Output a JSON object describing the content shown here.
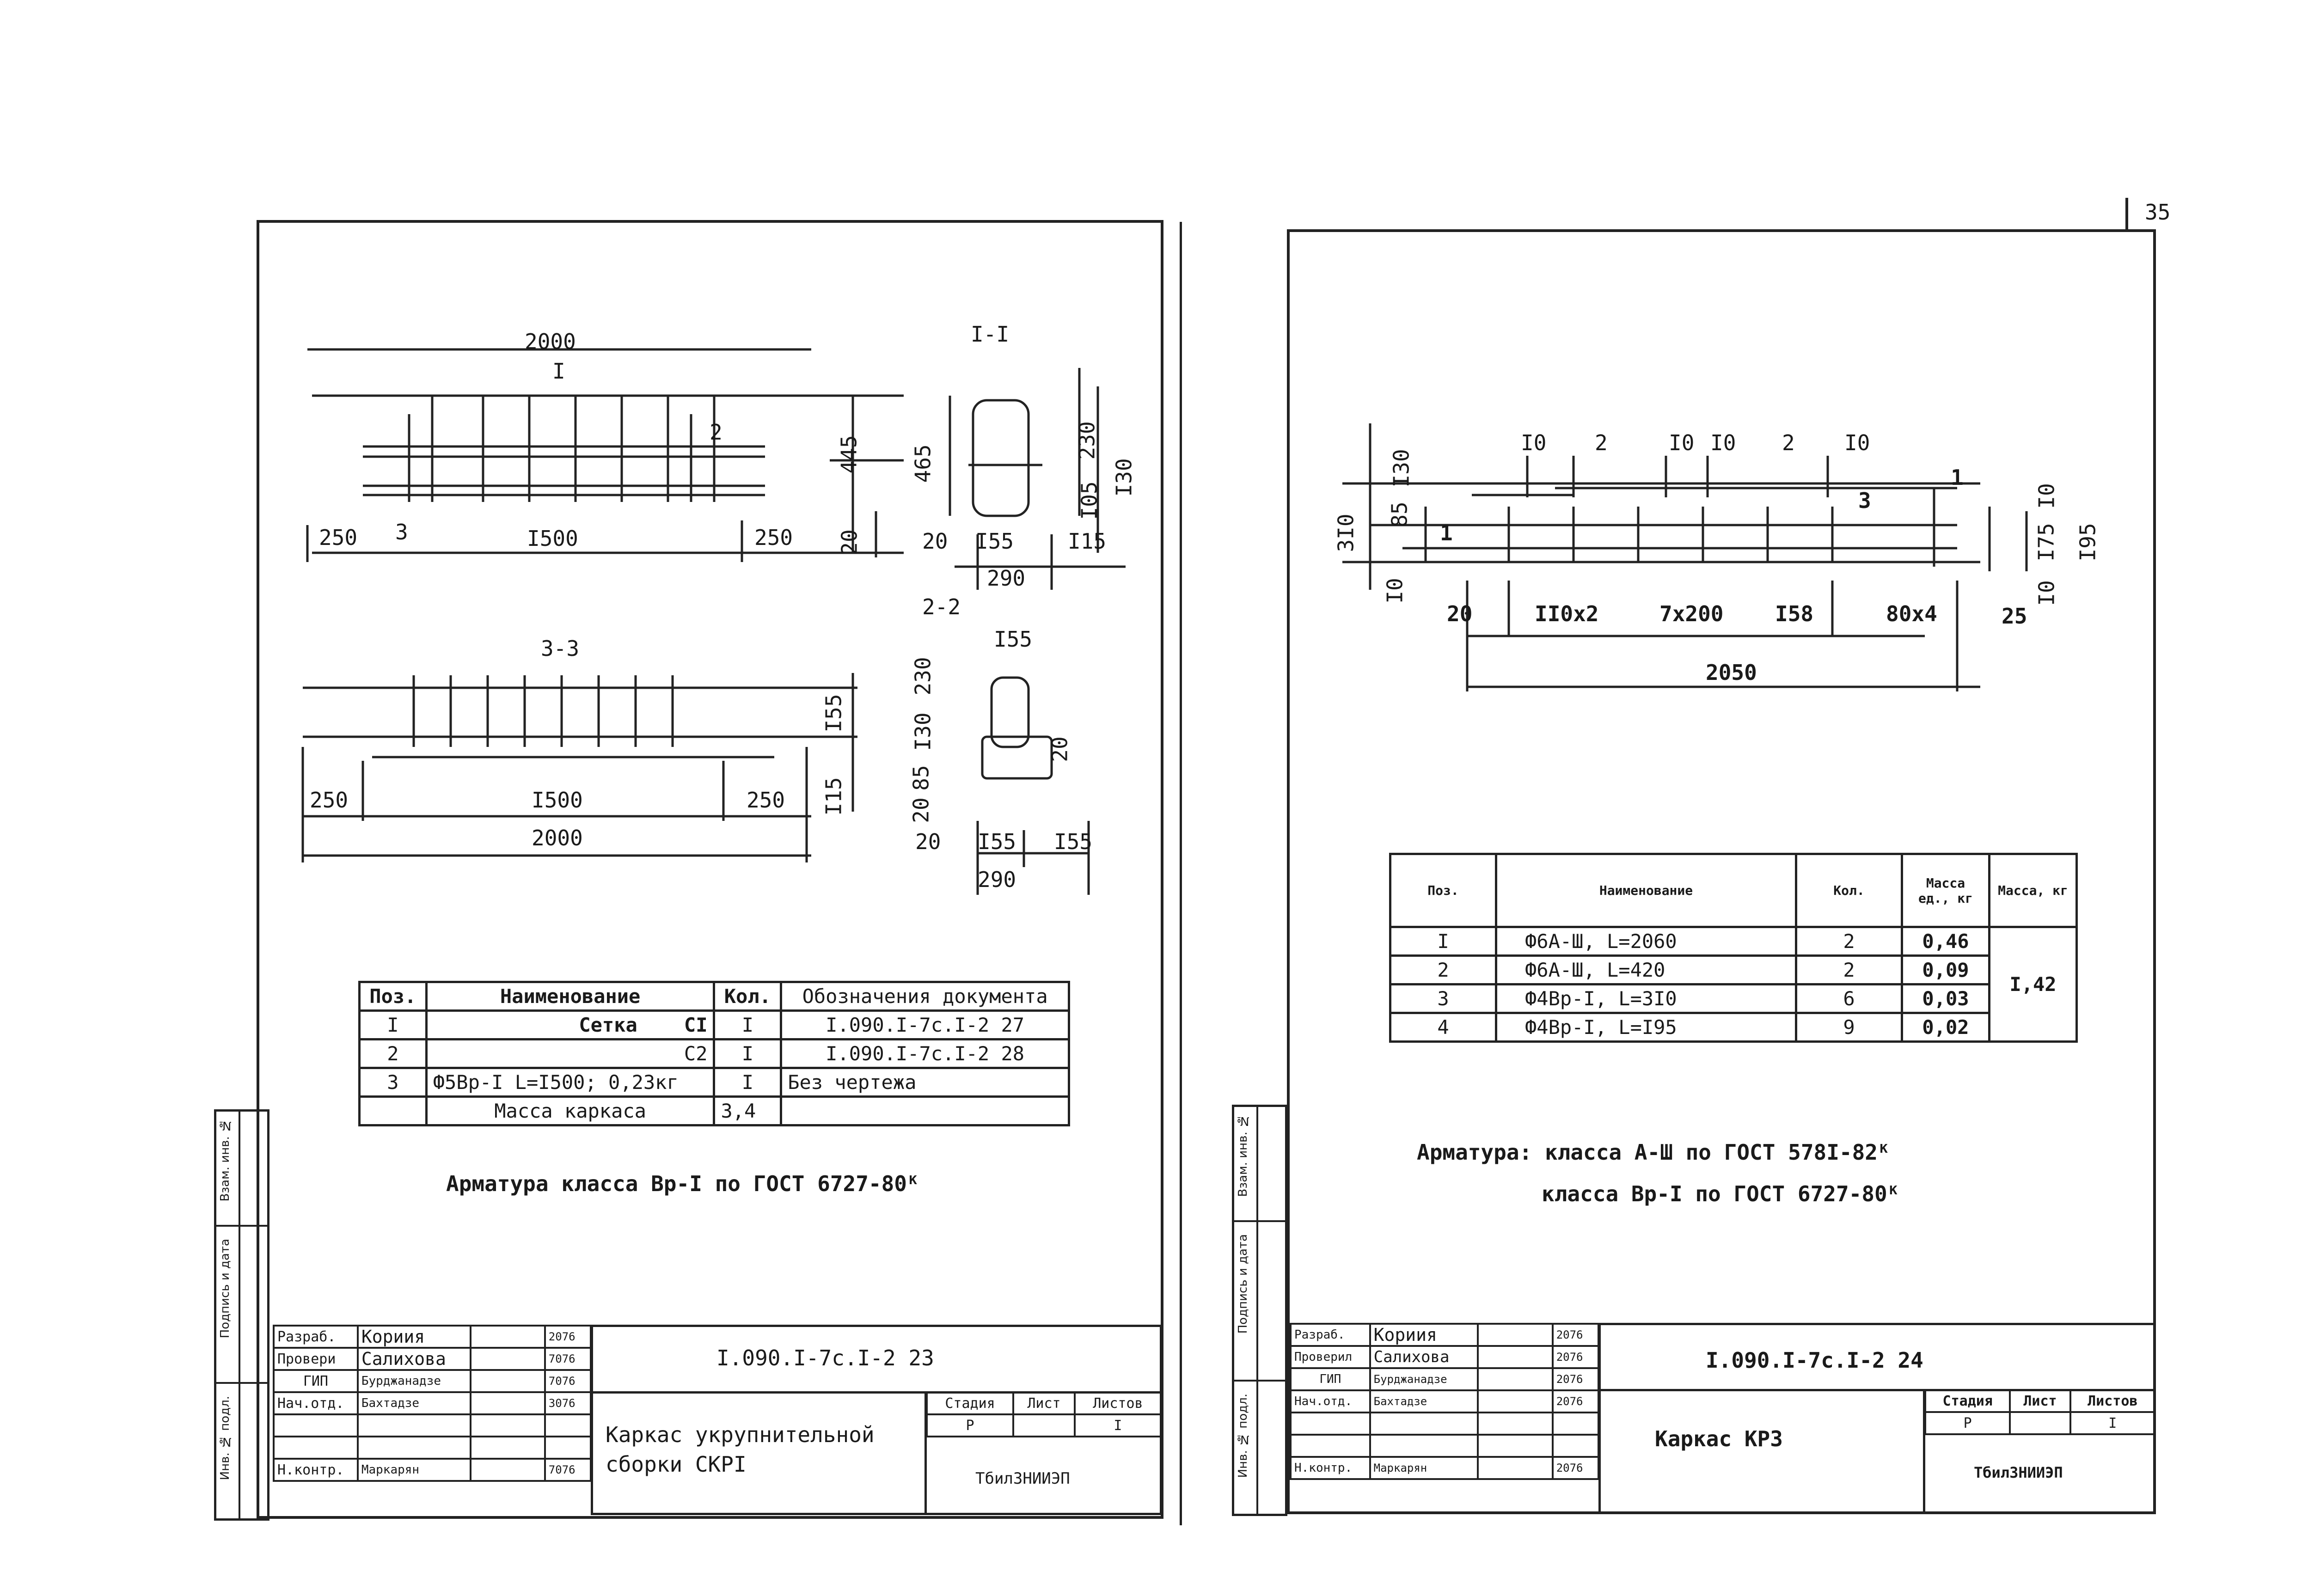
{
  "page_number": "35",
  "left_sheet": {
    "dims": {
      "top_total": "2000",
      "top_mark": "I",
      "section_1": "I-I",
      "left_250": "250",
      "mark_3": "3",
      "mid_1500": "I500",
      "right_250": "250",
      "h_445": "445",
      "h_20": "20",
      "mark_2": "2",
      "s1_465": "465",
      "s1_230": "230",
      "s1_105": "I05",
      "s1_130": "I30",
      "s1_20": "20",
      "s1_155": "I55",
      "s1_115": "I15",
      "s1_290": "290",
      "section_2": "2-2",
      "s2_155_top": "I55",
      "s2_230": "230",
      "s2_130": "I30",
      "s2_85": "85",
      "s2_20v": "20",
      "s2_20side": "20",
      "s2_20": "20",
      "s2_155a": "I55",
      "s2_155b": "I55",
      "s2_290": "290",
      "section_3": "3-3",
      "s3_250a": "250",
      "s3_1500": "I500",
      "s3_250b": "250",
      "s3_2000": "2000",
      "s3_155": "I55",
      "s3_115": "I15"
    },
    "spec_table": {
      "headers": [
        "Поз.",
        "Наименование",
        "Кол.",
        "Обозначения документа"
      ],
      "rows": [
        [
          "I",
          "Сетка    CI",
          "I",
          "I.090.I-7c.I-2 27"
        ],
        [
          "2",
          "C2",
          "I",
          "I.090.I-7c.I-2 28"
        ],
        [
          "3",
          "Ф5Вр-I L=I500; 0,23кг",
          "I",
          "Без чертежа"
        ],
        [
          "",
          "Масса каркаса",
          "3,4",
          ""
        ]
      ]
    },
    "note": "Арматура класса Вр-I по ГОСТ 6727-80ᴷ",
    "sidebar": [
      "Взам. инв. №",
      "Подпись и дата",
      "Инв. № подл."
    ],
    "title_block": {
      "roles": [
        "Разраб.",
        "Провери",
        "ГИП",
        "Нач.отд.",
        "",
        "",
        "Н.контр."
      ],
      "names": [
        "Кориия",
        "Салихова",
        "Бурджанадзе",
        "Бахтадзе",
        "",
        "",
        "Маркарян"
      ],
      "dates": [
        "2076",
        "7076",
        "7076",
        "3076",
        "",
        "",
        "7076"
      ],
      "code": "I.090.I-7c.I-2 23",
      "title": "Каркас укрупнительной сборки СКРI",
      "stage_label": "Стадия",
      "sheet_label": "Лист",
      "sheets_label": "Листов",
      "stage": "Р",
      "sheets": "I",
      "org": "ТбилЗНИИЭП"
    }
  },
  "right_sheet": {
    "dims": {
      "t10a": "I0",
      "t2a": "2",
      "t10b": "I0",
      "t10c": "I0",
      "t2b": "2",
      "t10d": "I0",
      "t130": "I30",
      "t85": "85",
      "t310": "3I0",
      "t1": "1",
      "t3": "3",
      "tr1": "1",
      "tr10": "I0",
      "tr175": "I75",
      "tr195": "I95",
      "tr10b": "I0",
      "t10l": "I0",
      "b20": "20",
      "b110": "II0x2",
      "b7x200": "7x200",
      "b158": "I58",
      "b80": "80x4",
      "b25": "25",
      "b2050": "2050"
    },
    "spec_table": {
      "headers": [
        "Поз.",
        "Наименование",
        "Кол.",
        "Масса ед., кг",
        "Масса, кг"
      ],
      "rows": [
        [
          "I",
          "Ф6А-Ш, L=2060",
          "2",
          "0,46"
        ],
        [
          "2",
          "Ф6А-Ш, L=420",
          "2",
          "0,09"
        ],
        [
          "3",
          "Ф4Вр-I, L=3I0",
          "6",
          "0,03"
        ],
        [
          "4",
          "Ф4Вр-I, L=I95",
          "9",
          "0,02"
        ]
      ],
      "total_mass": "I,42"
    },
    "note_1": "Арматура: класса А-Ш по ГОСТ 578I-82ᴷ",
    "note_2": "класса Вр-I по ГОСТ 6727-80ᴷ",
    "sidebar": [
      "Взам. инв. №",
      "Подпись и дата",
      "Инв. № подл."
    ],
    "title_block": {
      "roles": [
        "Разраб.",
        "Проверил",
        "ГИП",
        "Нач.отд.",
        "",
        "",
        "Н.контр."
      ],
      "names": [
        "Кориия",
        "Салихова",
        "Бурджанадзе",
        "Бахтадзе",
        "",
        "",
        "Маркарян"
      ],
      "dates": [
        "2076",
        "2076",
        "2076",
        "2076",
        "",
        "",
        "2076"
      ],
      "code": "I.090.I-7c.I-2 24",
      "title": "Каркас КРЗ",
      "stage_label": "Стадия",
      "sheet_label": "Лист",
      "sheets_label": "Листов",
      "stage": "Р",
      "sheets": "I",
      "org": "ТбилЗНИИЭП"
    }
  }
}
